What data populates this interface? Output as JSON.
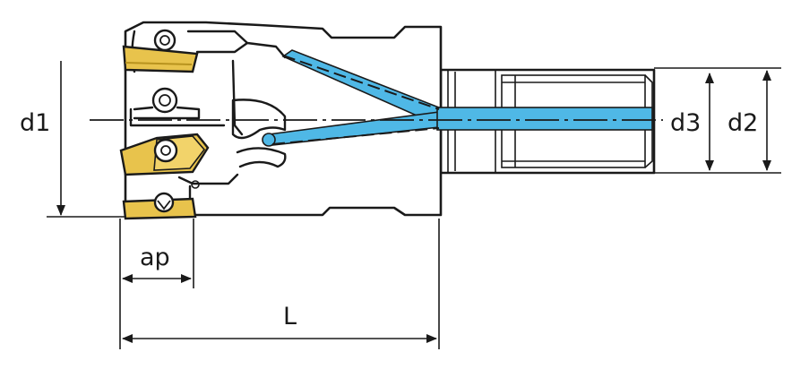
{
  "labels": {
    "d1": "d1",
    "d2": "d2",
    "d3": "d3",
    "ap": "ap",
    "L": "L"
  },
  "colors": {
    "outline": "#1a1a1a",
    "coolant": "#4fb8e6",
    "insert": "#e8c34c",
    "insert_dark": "#b8931e",
    "background": "#ffffff"
  }
}
